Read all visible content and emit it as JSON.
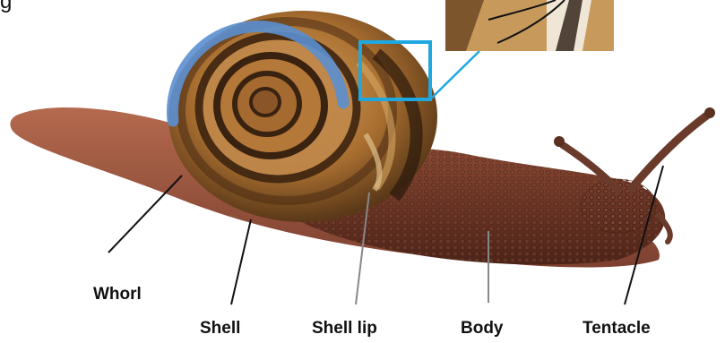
{
  "labels": {
    "whorl": "Whorl",
    "shell": "Shell",
    "shell_lip": "Shell lip",
    "body": "Body",
    "tentacle": "Tentacle"
  },
  "partial_text": "g",
  "colors": {
    "highlight_arc": "#5b8fd0",
    "inset_frame": "#1fa8e0",
    "leader": "#111111",
    "body": "#6e3a2a",
    "shell": "#b07a36"
  },
  "icons": {
    "main_image": "snail-illustration",
    "inset": "shell-lip-magnified-inset"
  }
}
